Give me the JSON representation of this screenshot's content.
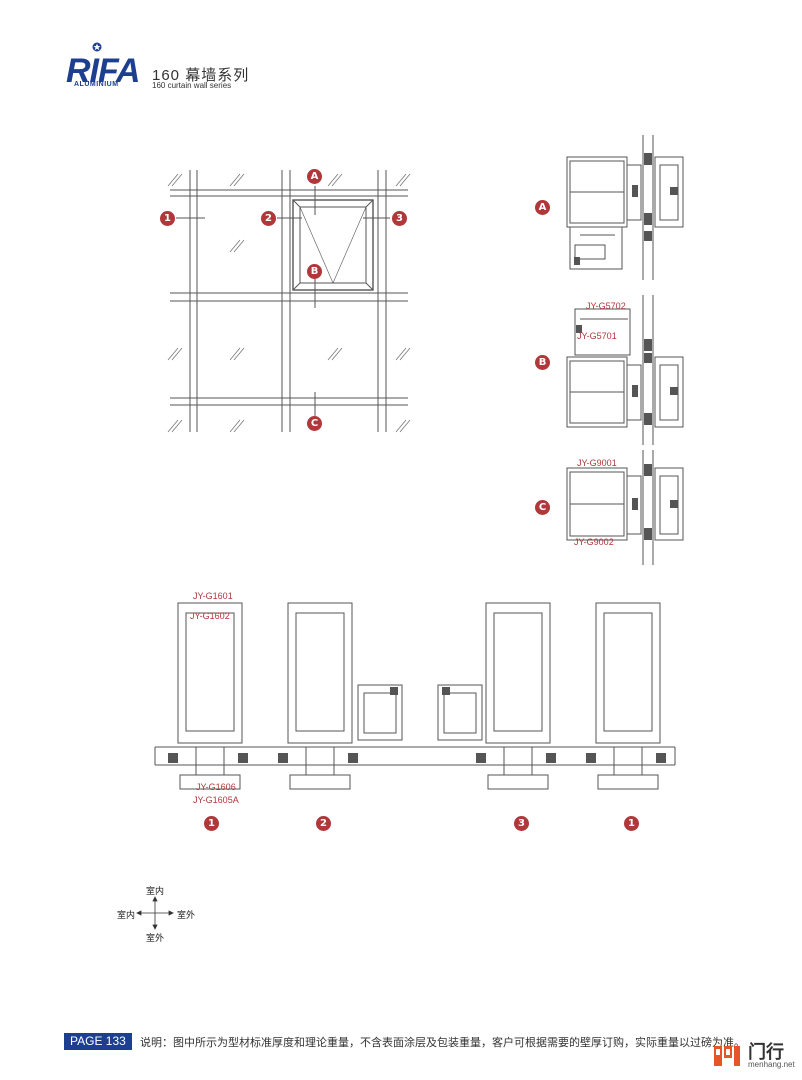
{
  "header": {
    "logo_text": "RIFA",
    "logo_subtext": "ALUMINIUM",
    "series_title_cn": "160 幕墙系列",
    "series_title_en": "160 curtain wall series"
  },
  "elevation": {
    "markers": [
      "1",
      "2",
      "3",
      "A",
      "B",
      "C"
    ]
  },
  "details": {
    "markers": [
      "A",
      "B",
      "C"
    ],
    "labels": {
      "g5702": "JY-G5702",
      "g5701": "JY-G5701",
      "g9001": "JY-G9001",
      "g9002": "JY-G9002"
    }
  },
  "sections": {
    "labels": {
      "g1601": "JY-G1601",
      "g1602": "JY-G1602",
      "g1606": "JY-G1606",
      "g1605a": "JY-G1605A"
    },
    "markers": [
      "1",
      "2",
      "3",
      "1"
    ]
  },
  "orientation": {
    "top": "室内",
    "left": "室内",
    "right": "室外",
    "bottom": "室外"
  },
  "footer": {
    "page": "PAGE 133",
    "note": "说明：图中所示为型材标准厚度和理论重量，不含表面涂层及包装重量，客户可根据需要的壁厚订购，实际重量以过磅为准。"
  },
  "watermark": {
    "name": "门行",
    "url": "menhang.net"
  },
  "colors": {
    "brand_blue": "#1d3f8f",
    "marker_red": "#b0373a"
  }
}
